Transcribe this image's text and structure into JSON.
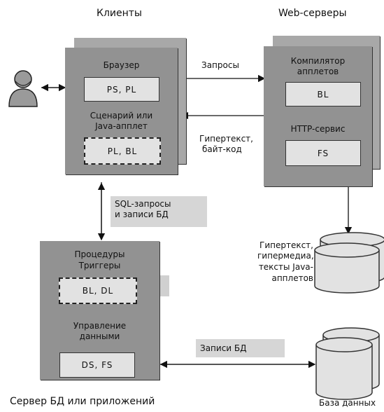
{
  "headers": {
    "clients": "Клиенты",
    "web_servers": "Web-серверы"
  },
  "client": {
    "browser": "Браузер",
    "ps_pl": "PS, PL",
    "script_line1": "Сценарий или",
    "script_line2": "Java-апплет",
    "pl_bl": "PL, BL"
  },
  "web": {
    "compiler_line1": "Компилятор",
    "compiler_line2": "апплетов",
    "bl": "BL",
    "http": "HTTP-сервис",
    "fs": "FS"
  },
  "arrows": {
    "requests": "Запросы",
    "hypertext_line1": "Гипертекст,",
    "hypertext_line2": "байт-код",
    "sql_line1": "SQL-запросы",
    "sql_line2": "и записи БД",
    "db_records": "Записи БД"
  },
  "storage": {
    "line1": "Гипертекст,",
    "line2": "гипермедиа,",
    "line3": "тексты  Java-",
    "line4": "апплетов"
  },
  "dbserver": {
    "procedures": "Процедуры",
    "triggers": "Триггеры",
    "bl_dl": "BL, DL",
    "mgmt_line1": "Управление",
    "mgmt_line2": "данными",
    "ds_fs": "DS, FS",
    "caption": "Сервер  БД или приложений"
  },
  "database": {
    "caption": "База данных"
  }
}
